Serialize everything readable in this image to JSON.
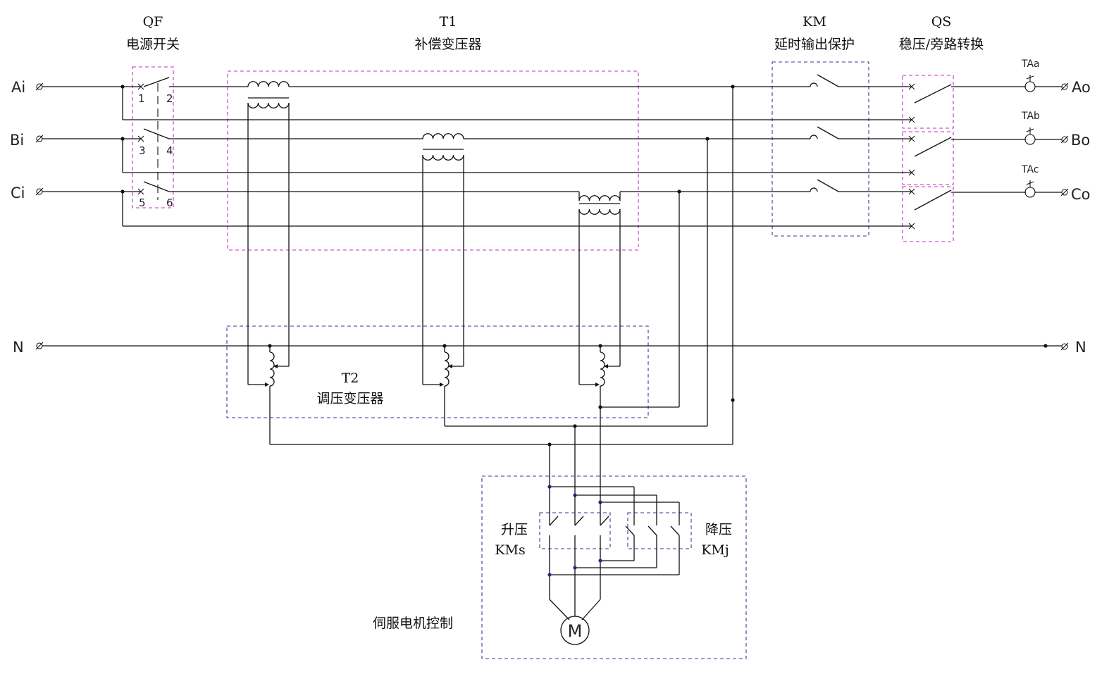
{
  "components": {
    "qf": {
      "code": "QF",
      "name": "电源开关"
    },
    "t1": {
      "code": "T1",
      "name": "补偿变压器"
    },
    "km": {
      "code": "KM",
      "name": "延时输出保护"
    },
    "qs": {
      "code": "QS",
      "name": "稳压/旁路转换"
    },
    "t2": {
      "code": "T2",
      "name": "调压变压器"
    },
    "kms": {
      "name": "升压",
      "code": "KMs"
    },
    "kmj": {
      "name": "降压",
      "code": "KMj"
    },
    "motor": {
      "name": "伺服电机控制",
      "symbol": "M"
    }
  },
  "terminals": {
    "inputs": [
      "Ai",
      "Bi",
      "Ci",
      "N"
    ],
    "outputs": [
      "Ao",
      "Bo",
      "Co",
      "N"
    ]
  },
  "qf_pins": [
    "1",
    "2",
    "3",
    "4",
    "5",
    "6"
  ],
  "current_transformers": [
    "TAa",
    "TAb",
    "TAc"
  ]
}
